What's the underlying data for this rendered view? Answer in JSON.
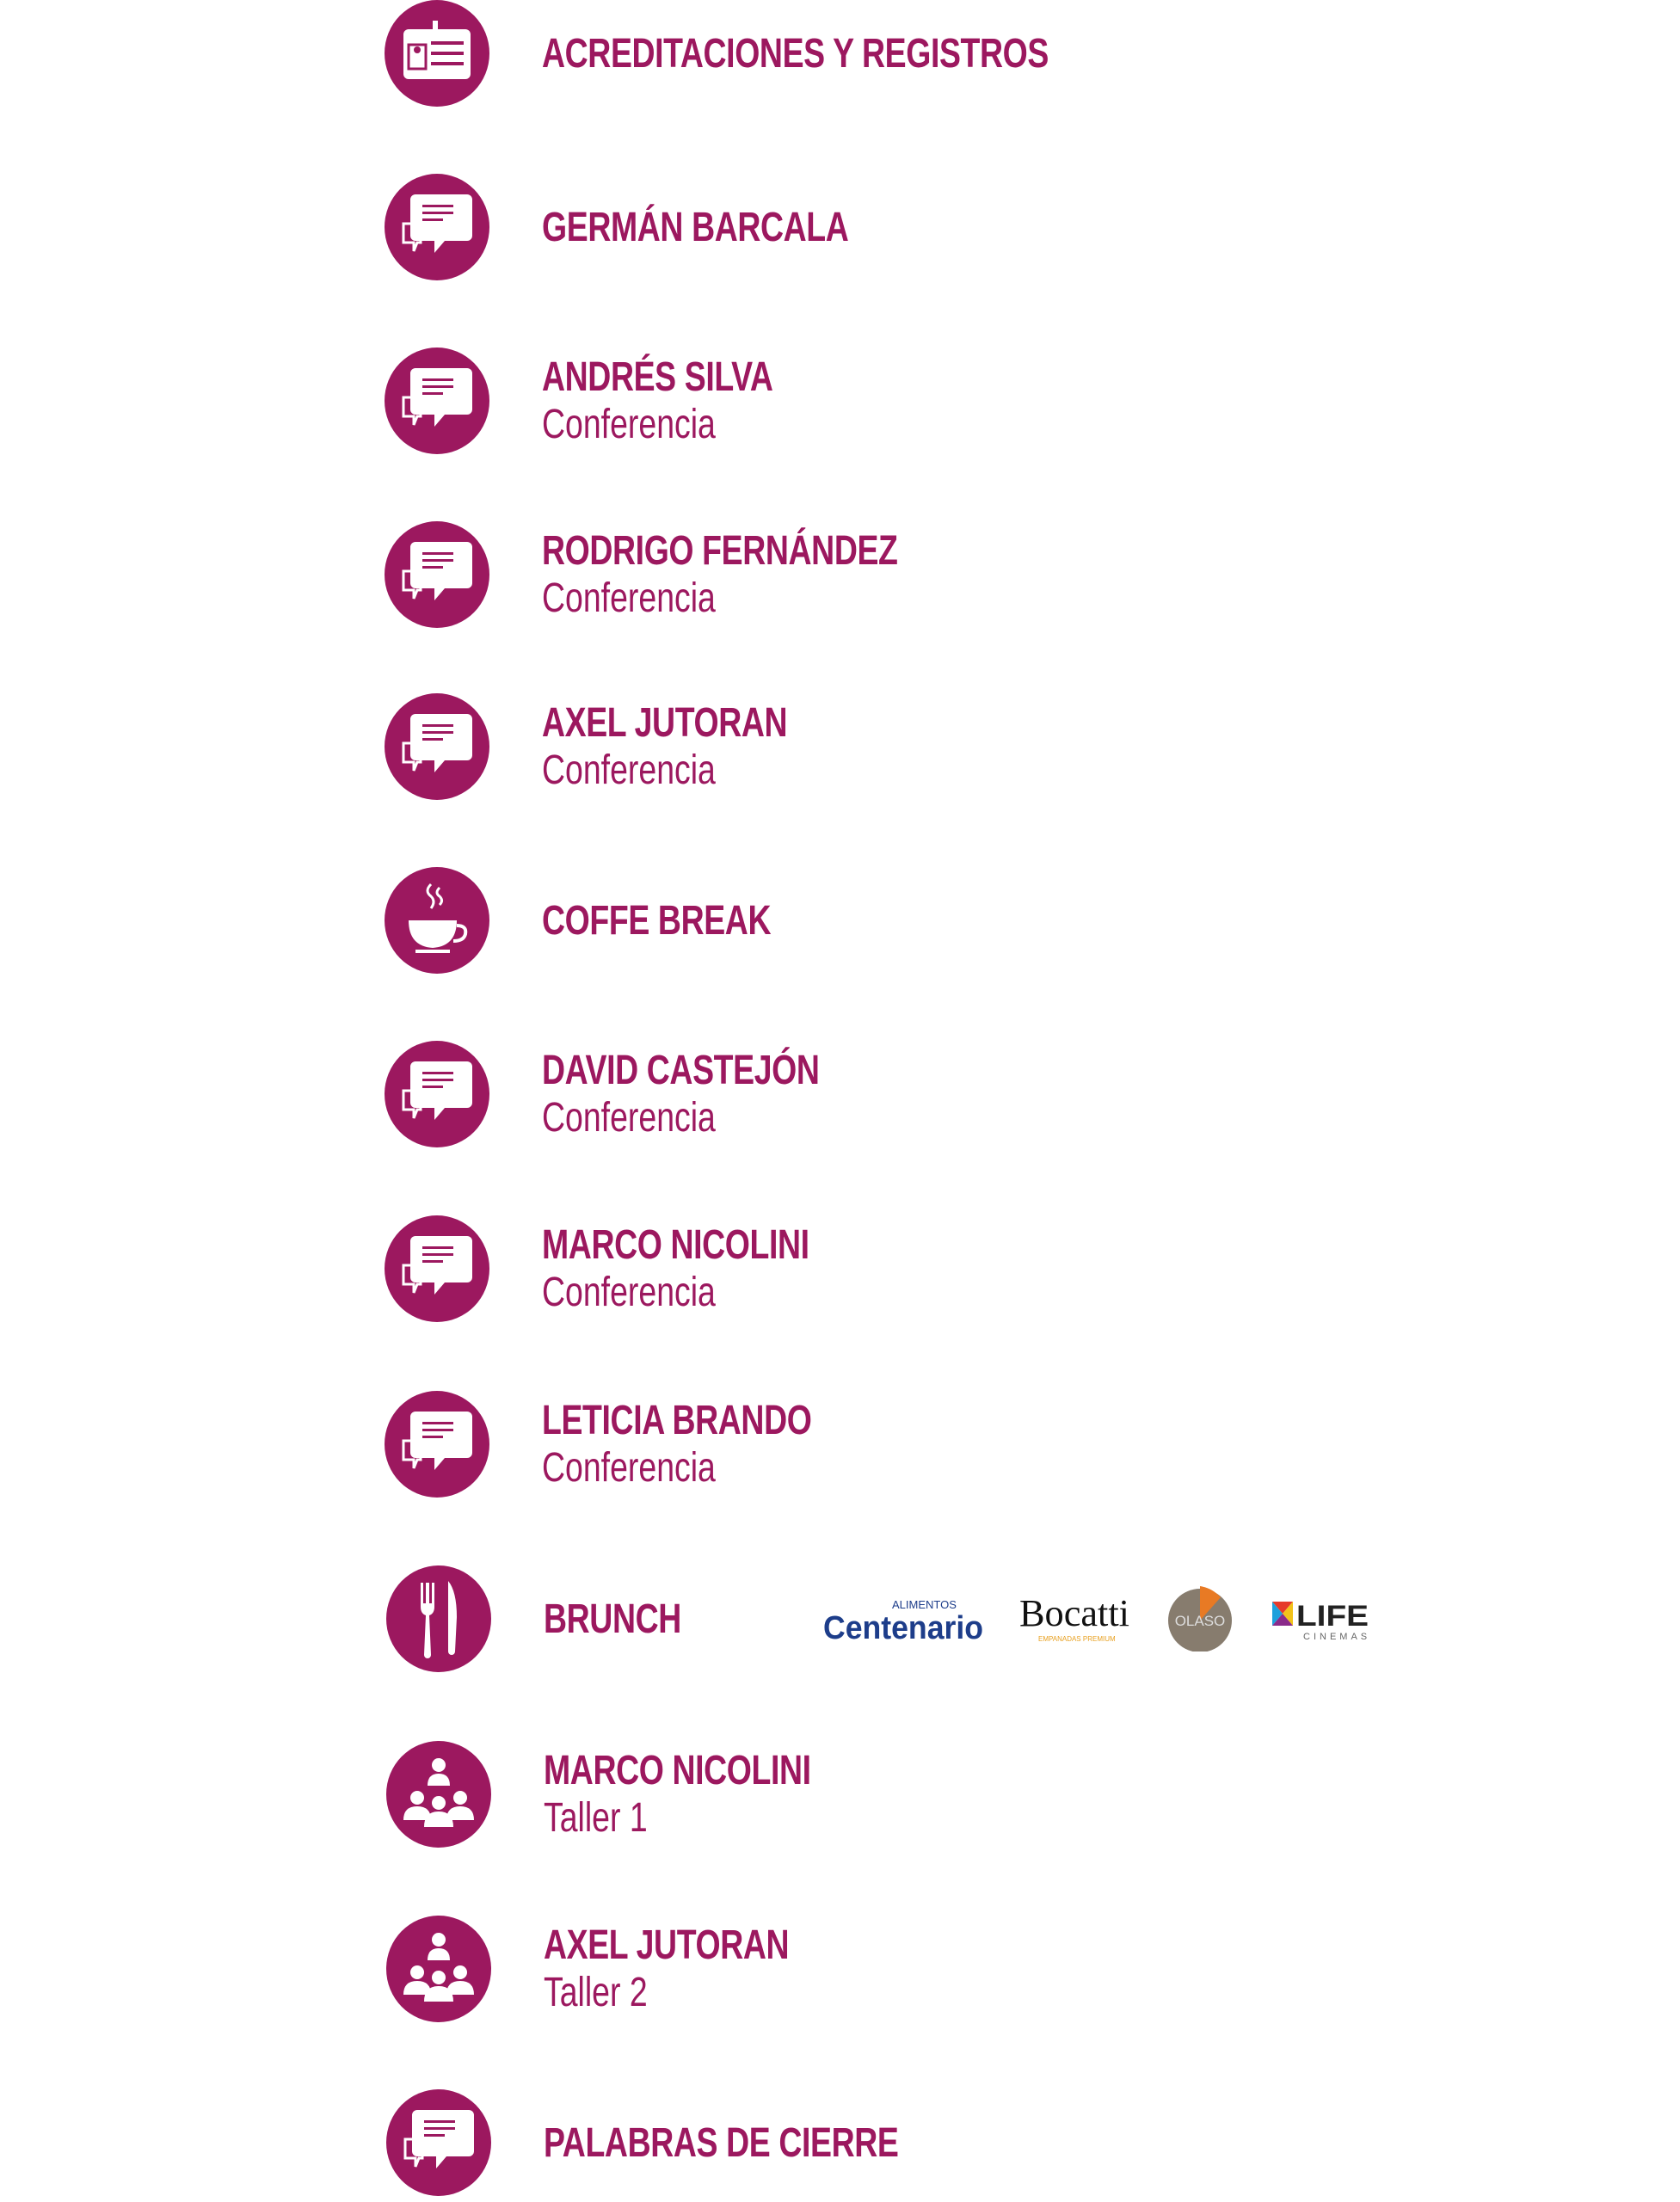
{
  "colors": {
    "accent": "#9c185f"
  },
  "items": [
    {
      "icon": "id-badge-icon",
      "title": "ACREDITACIONES Y REGISTROS",
      "subtitle": null
    },
    {
      "icon": "speech-bubbles-icon",
      "title": "GERMÁN BARCALA",
      "subtitle": null
    },
    {
      "icon": "speech-bubbles-icon",
      "title": "ANDRÉS SILVA",
      "subtitle": "Conferencia"
    },
    {
      "icon": "speech-bubbles-icon",
      "title": "RODRIGO FERNÁNDEZ",
      "subtitle": "Conferencia"
    },
    {
      "icon": "speech-bubbles-icon",
      "title": "AXEL JUTORAN",
      "subtitle": "Conferencia"
    },
    {
      "icon": "coffee-cup-icon",
      "title": "COFFE BREAK",
      "subtitle": null
    },
    {
      "icon": "speech-bubbles-icon",
      "title": "DAVID CASTEJÓN",
      "subtitle": "Conferencia"
    },
    {
      "icon": "speech-bubbles-icon",
      "title": "MARCO NICOLINI",
      "subtitle": "Conferencia"
    },
    {
      "icon": "speech-bubbles-icon",
      "title": "LETICIA BRANDO",
      "subtitle": "Conferencia"
    },
    {
      "icon": "fork-knife-icon",
      "title": "BRUNCH",
      "subtitle": null
    },
    {
      "icon": "group-icon",
      "title": "MARCO NICOLINI",
      "subtitle": "Taller 1"
    },
    {
      "icon": "group-icon",
      "title": "AXEL JUTORAN",
      "subtitle": "Taller 2"
    },
    {
      "icon": "speech-bubbles-icon",
      "title": "PALABRAS DE CIERRE",
      "subtitle": null
    }
  ],
  "sponsors": {
    "centenario": {
      "top": "ALIMENTOS",
      "name": "Centenario"
    },
    "bocatti": {
      "name": "Bocatti",
      "tagline": "EMPANADAS PREMIUM"
    },
    "olaso": {
      "name": "OLASO"
    },
    "life": {
      "name": "LIFE",
      "sub": "CINEMAS"
    }
  }
}
